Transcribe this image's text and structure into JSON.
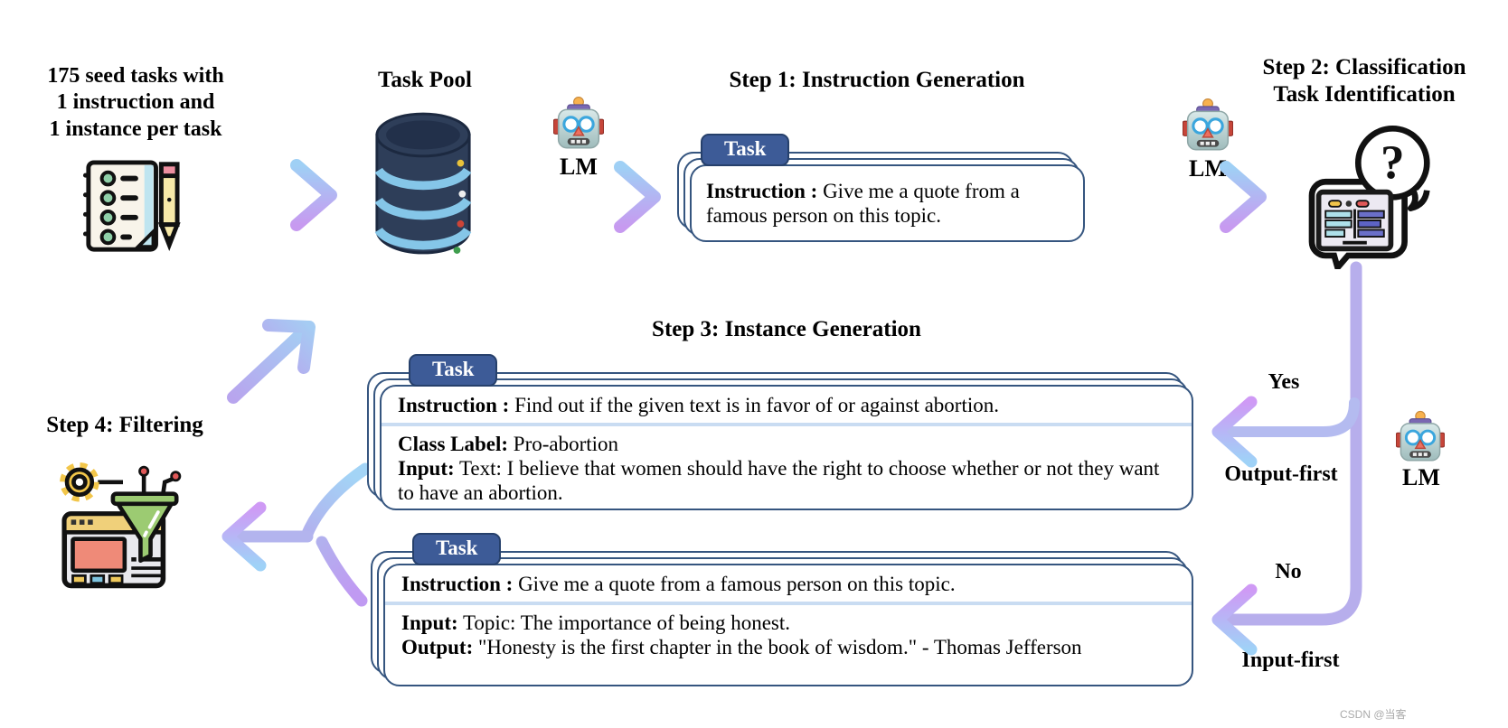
{
  "seed": {
    "lines": [
      "175 seed tasks with",
      "1 instruction and",
      "1 instance per task"
    ]
  },
  "task_pool": {
    "label": "Task Pool"
  },
  "lm": {
    "label": "LM"
  },
  "steps": {
    "step1": "Step 1: Instruction Generation",
    "step2_line1": "Step 2: Classification",
    "step2_line2": "Task Identification",
    "step3": "Step 3: Instance Generation",
    "step4": "Step 4: Filtering"
  },
  "cards": {
    "step1_card": {
      "tab": "Task",
      "instruction_label": "Instruction :",
      "instruction_text": " Give me a quote from a famous person on this topic."
    },
    "step3_card_top": {
      "tab": "Task",
      "instruction_label": "Instruction :",
      "instruction_text": " Find out if the given text is in favor of or against abortion.",
      "class_label": "Class Label:",
      "class_value": " Pro-abortion",
      "input_label": "Input:",
      "input_text": " Text: I believe that women should have the right to choose whether or not they want to have an abortion."
    },
    "step3_card_bottom": {
      "tab": "Task",
      "instruction_label": "Instruction :",
      "instruction_text": " Give me a quote from a famous person on this topic.",
      "input_label": "Input:",
      "input_text": " Topic: The importance of being honest.",
      "output_label": "Output:",
      "output_text": " \"Honesty is the first chapter in the book of wisdom.\" - Thomas Jefferson"
    }
  },
  "branches": {
    "yes": "Yes",
    "output_first": "Output-first",
    "no": "No",
    "input_first": "Input-first"
  },
  "watermark": "CSDN @当客",
  "icons": {
    "seed_tasks": "notepad-pencil-icon",
    "task_pool": "database-icon",
    "language_model": "robot-icon",
    "classification": "chat-question-icon",
    "filtering": "funnel-browser-icon"
  },
  "colors": {
    "arrow_blue": "#9fd0f5",
    "arrow_purple": "#c79af0",
    "connector": "#b7aeec",
    "tab_blue": "#3d5b97",
    "card_border": "#35557f",
    "divider": "#c9dcf2"
  }
}
